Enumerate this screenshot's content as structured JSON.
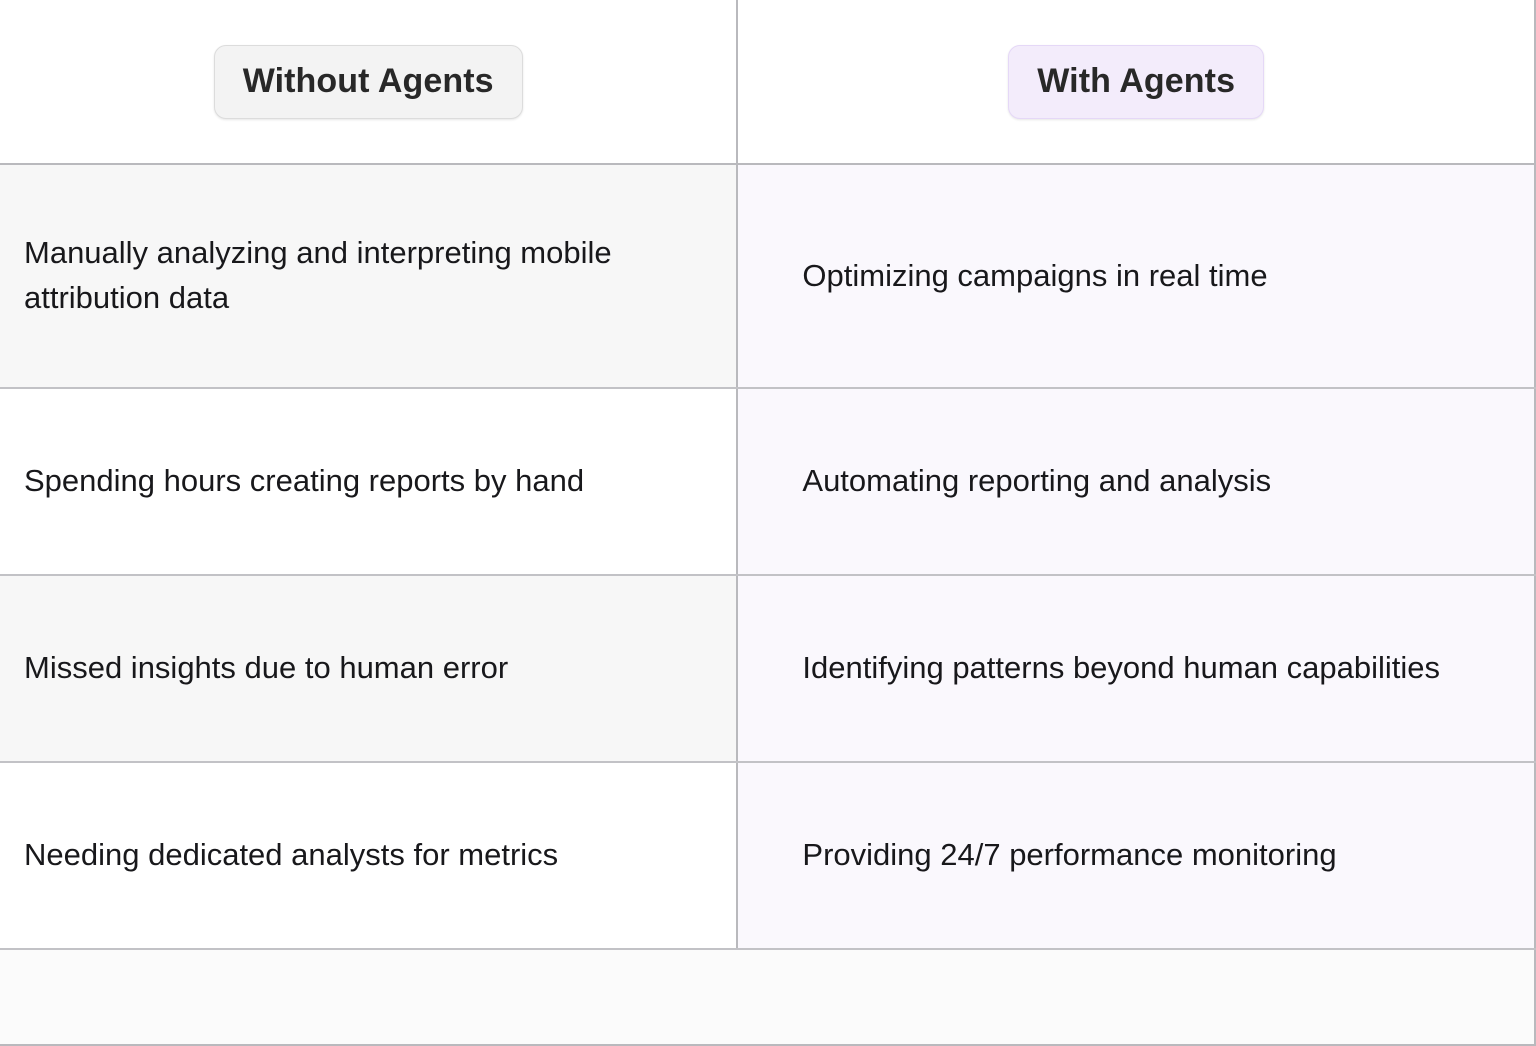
{
  "table": {
    "columns": [
      {
        "id": "without-agents",
        "label": "Without Agents",
        "badge_style": "neutral",
        "badge_bg": "#f3f3f3",
        "badge_border": "#dcdcdc"
      },
      {
        "id": "with-agents",
        "label": "With Agents",
        "badge_style": "accent",
        "badge_bg": "#f3ecfb",
        "badge_border": "#e5d8f7"
      }
    ],
    "rows": [
      {
        "without": "Manually analyzing and interpreting mobile attribution data",
        "with": "Optimizing campaigns in real time"
      },
      {
        "without": "Spending hours creating reports by hand",
        "with": "Automating reporting and analysis"
      },
      {
        "without": "Missed insights due to human error",
        "with": "Identifying patterns beyond human capabilities"
      },
      {
        "without": "Needing dedicated analysts for metrics",
        "with": "Providing 24/7 performance monitoring"
      }
    ],
    "footer": {
      "text": ""
    }
  },
  "colors": {
    "row_stripe": "#f7f7f7",
    "accent_column_bg": "#faf8fd",
    "border": "#b9b9bd",
    "text": "#18181b",
    "header_text": "#282828"
  }
}
